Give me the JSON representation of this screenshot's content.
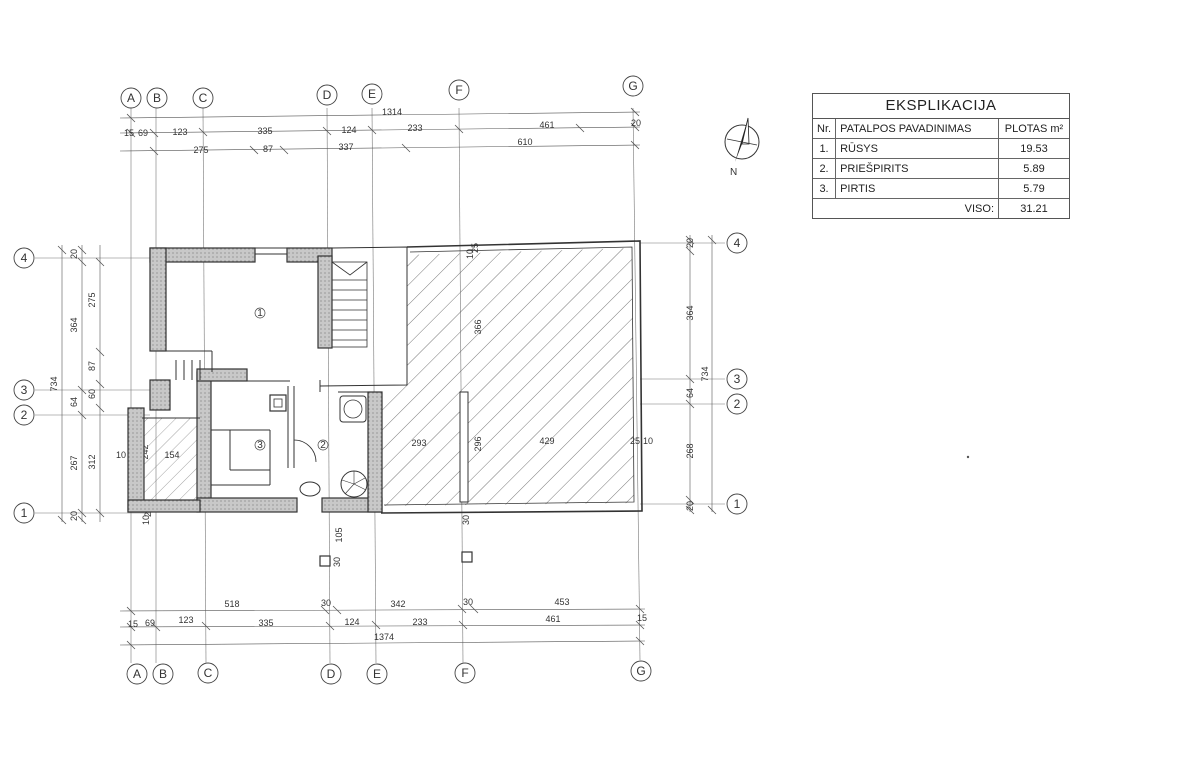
{
  "axes": {
    "top_cols": [
      "A",
      "B",
      "C",
      "D",
      "E",
      "F",
      "G"
    ],
    "bottom_cols": [
      "A",
      "B",
      "C",
      "D",
      "E",
      "F",
      "G"
    ],
    "rows": [
      "4",
      "3",
      "2",
      "1"
    ]
  },
  "dims": {
    "top_total": "1314",
    "top_row1": [
      "15",
      "69",
      "123",
      "335",
      "124",
      "233",
      "461",
      "20"
    ],
    "top_row2": [
      "275",
      "87",
      "337",
      "610"
    ],
    "bottom_row1": [
      "518",
      "30",
      "342",
      "30",
      "453"
    ],
    "bottom_row2": [
      "15",
      "69",
      "123",
      "335",
      "124",
      "233",
      "461",
      "15"
    ],
    "bottom_total": "1374",
    "left_outer": [
      "734"
    ],
    "left_mid": [
      "20",
      "364",
      "64",
      "267",
      "20"
    ],
    "left_inner": [
      "275",
      "87",
      "60",
      "312"
    ],
    "right_outer": [
      "734"
    ],
    "right_mid": [
      "20",
      "364",
      "64",
      "268",
      "20"
    ],
    "interior": [
      "10",
      "25",
      "242",
      "154",
      "293",
      "25",
      "429",
      "25",
      "10",
      "366",
      "296",
      "25",
      "10",
      "10",
      "25",
      "105",
      "30",
      "30"
    ]
  },
  "rooms": [
    "1",
    "2",
    "3"
  ],
  "explication": {
    "title": "EKSPLIKACIJA",
    "headers": {
      "nr": "Nr.",
      "name": "PATALPOS PAVADINIMAS",
      "area": "PLOTAS m²"
    },
    "rows": [
      {
        "nr": "1.",
        "name": "RŪSYS",
        "area": "19.53"
      },
      {
        "nr": "2.",
        "name": "PRIEŠPIRITS",
        "area": "5.89"
      },
      {
        "nr": "3.",
        "name": "PIRTIS",
        "area": "5.79"
      }
    ],
    "total_label": "VISO:",
    "total_value": "31.21"
  },
  "north_label": "N",
  "colors": {
    "wall_fill": "#cfcfcf",
    "line": "#333333",
    "hatch": "#555555"
  }
}
